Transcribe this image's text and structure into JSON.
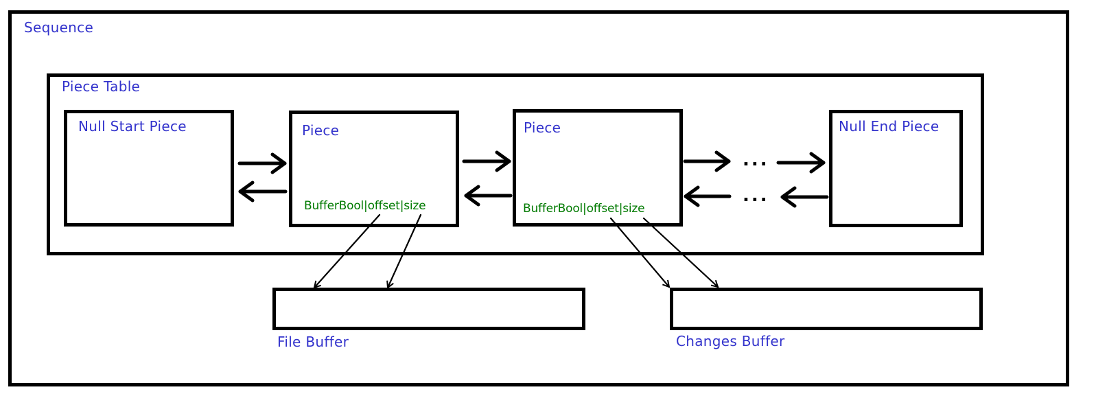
{
  "sequence": {
    "label": "Sequence"
  },
  "piece_table": {
    "label": "Piece Table",
    "null_start": {
      "label": "Null Start Piece"
    },
    "piece_1": {
      "label": "Piece",
      "fields": "BufferBool|offset|size"
    },
    "piece_2": {
      "label": "Piece",
      "fields": "BufferBool|offset|size"
    },
    "ellipsis_forward": "...",
    "ellipsis_backward": "...",
    "null_end": {
      "label": "Null End Piece"
    }
  },
  "file_buffer": {
    "label": "File Buffer"
  },
  "changes_buffer": {
    "label": "Changes Buffer"
  },
  "colors": {
    "label_text": "#3333cc",
    "field_text": "#007a00",
    "stroke": "#000000"
  }
}
